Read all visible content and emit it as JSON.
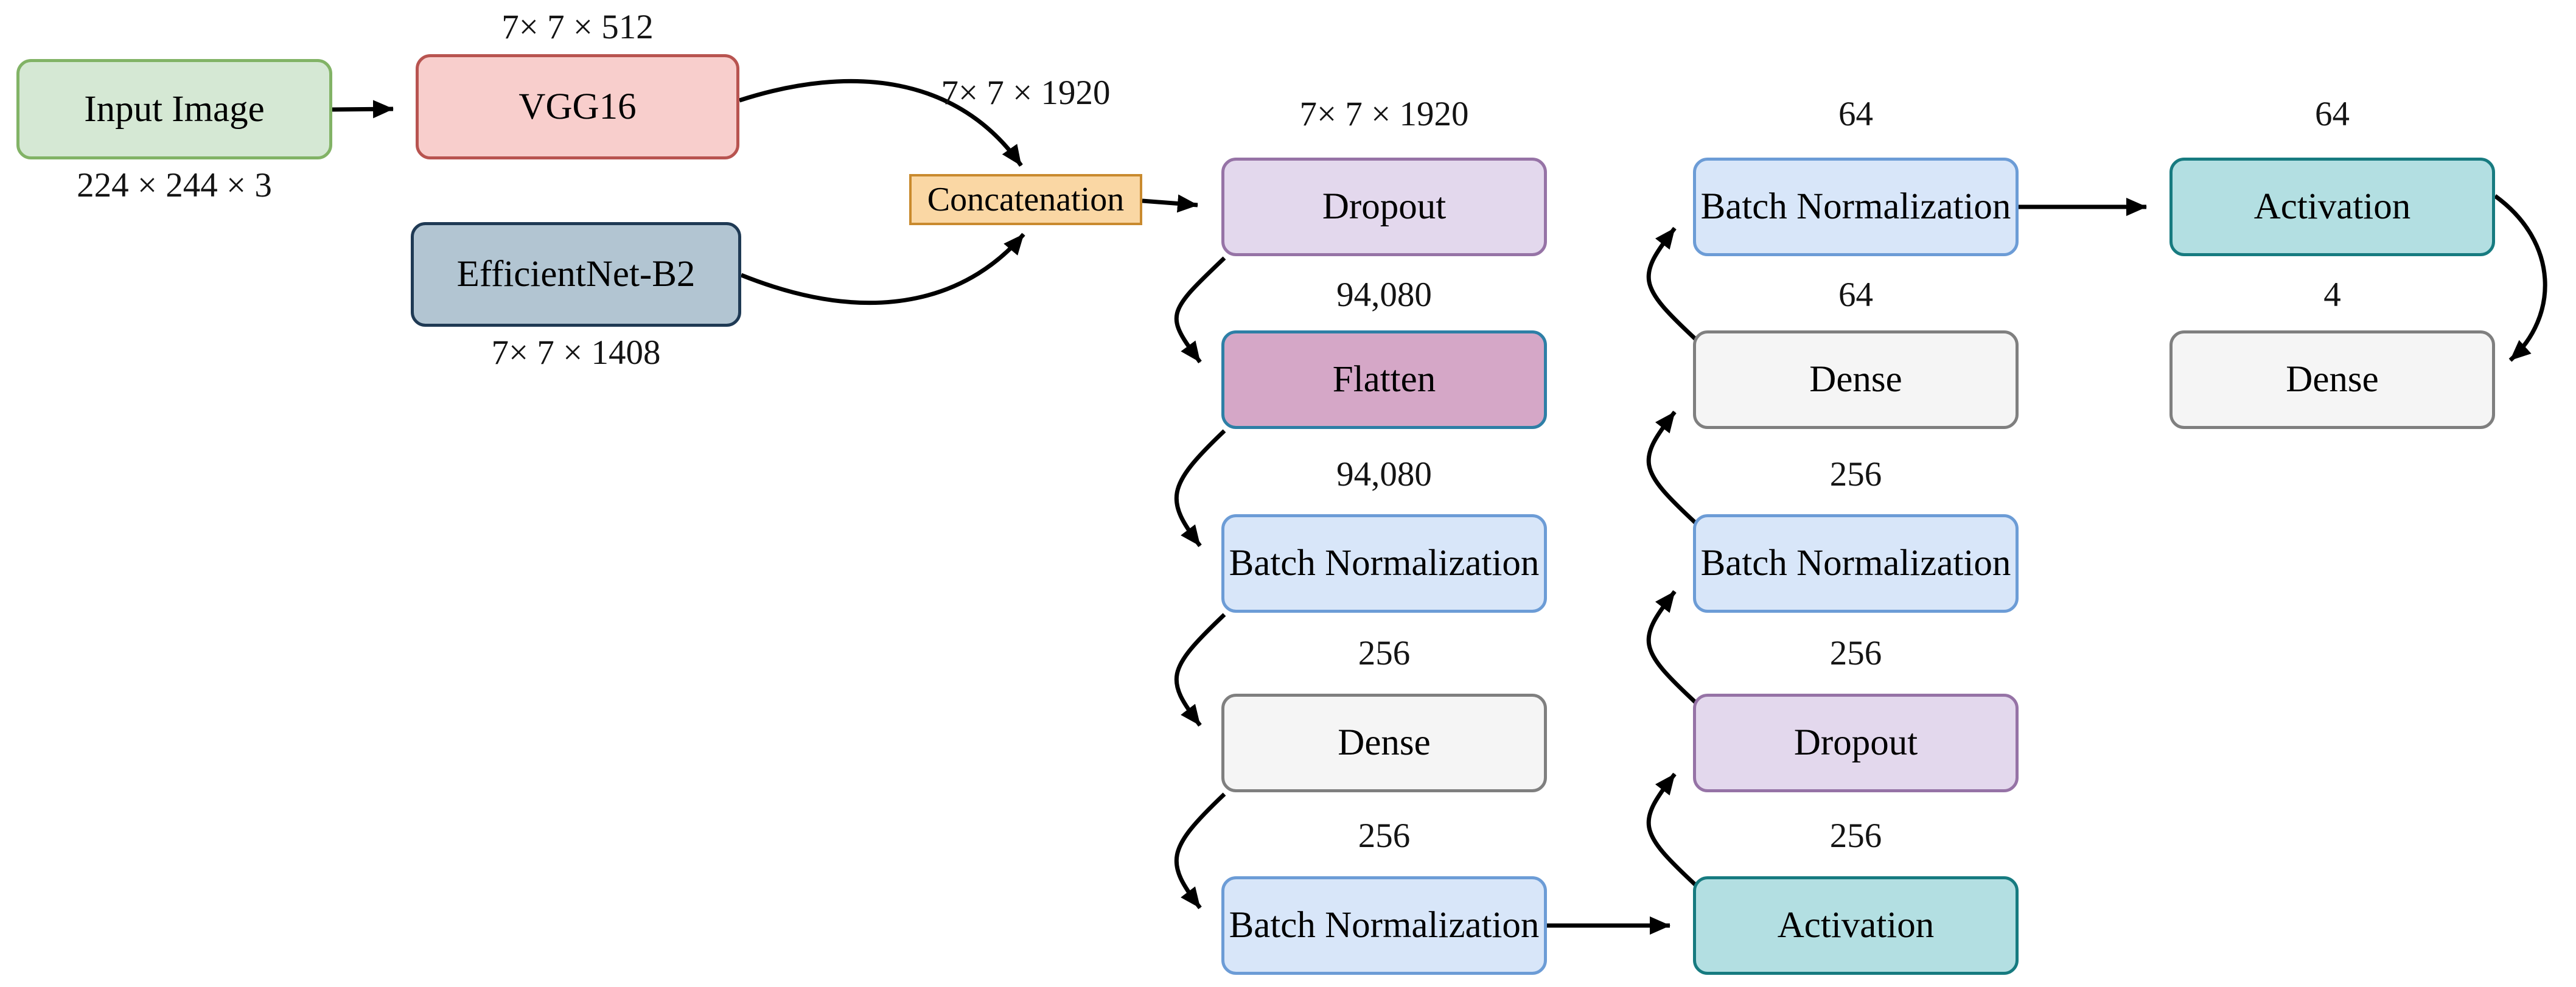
{
  "diagram_colors": {
    "background": "#ffffff",
    "arrow": "#000000",
    "text": "#000000",
    "green_fill": "#d5e8d4",
    "green_border": "#82b366",
    "red_fill": "#f8cecc",
    "red_border": "#b85450",
    "bluegray_fill": "#b2c5d2",
    "bluegray_border": "#1f3a54",
    "orange_fill": "#fad7a4",
    "orange_border": "#c98a2e",
    "purple_fill": "#e3d8ed",
    "purple_border": "#9673a6",
    "pink_fill": "#d5a7c7",
    "pink_border": "#2e7fa6",
    "blue_fill": "#d8e6f9",
    "blue_border": "#6c9cd6",
    "gray_fill": "#f5f5f5",
    "gray_border": "#7f7f7f",
    "teal_fill": "#b3dfe2",
    "teal_border": "#177b80"
  },
  "nodes": [
    {
      "id": "input-image",
      "label": "Input Image",
      "dim": "224 × 244 × 3",
      "dim_position": "below"
    },
    {
      "id": "vgg16",
      "label": "VGG16",
      "dim": "7× 7 × 512",
      "dim_position": "above"
    },
    {
      "id": "efficientnet-b2",
      "label": "EfficientNet-B2",
      "dim": "7× 7 × 1408",
      "dim_position": "below"
    },
    {
      "id": "concatenation",
      "label": "Concatenation",
      "dim": "7× 7 × 1920",
      "dim_position": "above"
    },
    {
      "id": "dropout-1",
      "label": "Dropout",
      "dim": "7× 7 × 1920",
      "dim_position": "above"
    },
    {
      "id": "flatten",
      "label": "Flatten",
      "dim": "94,080",
      "dim_position": "above"
    },
    {
      "id": "batch-normalization-1",
      "label": "Batch Normalization",
      "dim": "94,080",
      "dim_position": "above"
    },
    {
      "id": "dense-1",
      "label": "Dense",
      "dim": "256",
      "dim_position": "above"
    },
    {
      "id": "batch-normalization-2",
      "label": "Batch Normalization",
      "dim": "256",
      "dim_position": "above"
    },
    {
      "id": "activation-256",
      "label": "Activation",
      "dim": "256",
      "dim_position": "above"
    },
    {
      "id": "dropout-256",
      "label": "Dropout",
      "dim": "256",
      "dim_position": "above"
    },
    {
      "id": "batch-normalization-256",
      "label": "Batch Normalization",
      "dim": "256",
      "dim_position": "above"
    },
    {
      "id": "dense-64",
      "label": "Dense",
      "dim": "64",
      "dim_position": "above"
    },
    {
      "id": "batch-normalization-64",
      "label": "Batch Normalization",
      "dim": "64",
      "dim_position": "above"
    },
    {
      "id": "activation-64",
      "label": "Activation",
      "dim": "64",
      "dim_position": "above"
    },
    {
      "id": "dense-4",
      "label": "Dense",
      "dim": "4",
      "dim_position": "above"
    }
  ],
  "edges": [
    {
      "from": "input-image",
      "to": "vgg16"
    },
    {
      "from": "vgg16",
      "to": "concatenation"
    },
    {
      "from": "efficientnet-b2",
      "to": "concatenation"
    },
    {
      "from": "concatenation",
      "to": "dropout-1"
    },
    {
      "from": "dropout-1",
      "to": "flatten"
    },
    {
      "from": "flatten",
      "to": "batch-normalization-1"
    },
    {
      "from": "batch-normalization-1",
      "to": "dense-1"
    },
    {
      "from": "dense-1",
      "to": "batch-normalization-2"
    },
    {
      "from": "batch-normalization-2",
      "to": "activation-256"
    },
    {
      "from": "activation-256",
      "to": "dropout-256"
    },
    {
      "from": "dropout-256",
      "to": "batch-normalization-256"
    },
    {
      "from": "batch-normalization-256",
      "to": "dense-64"
    },
    {
      "from": "dense-64",
      "to": "batch-normalization-64"
    },
    {
      "from": "batch-normalization-64",
      "to": "activation-64"
    },
    {
      "from": "activation-64",
      "to": "dense-4"
    }
  ]
}
